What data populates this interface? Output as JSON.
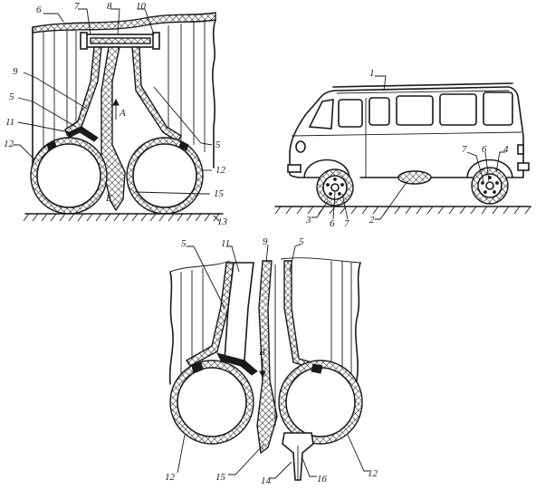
{
  "figure_left": {
    "labels": {
      "l6": "6",
      "l7": "7",
      "l8": "8",
      "l10": "10",
      "l9": "9",
      "l5a": "5",
      "l11": "11",
      "l12a": "12",
      "lA": "A",
      "l5b": "5",
      "l12b": "12",
      "l15": "15",
      "l13": "13",
      "lE": "E"
    }
  },
  "figure_right": {
    "labels": {
      "l1": "1",
      "l7": "7",
      "l6": "6",
      "l4": "4",
      "l3": "3",
      "l6b": "6",
      "l7b": "7",
      "l2": "2"
    }
  },
  "figure_bottom": {
    "labels": {
      "l5a": "5",
      "l11": "11",
      "l9": "9",
      "l5b": "5",
      "lB": "B",
      "l12a": "12",
      "l15": "15",
      "l14": "14",
      "l16": "16",
      "l12b": "12"
    }
  }
}
